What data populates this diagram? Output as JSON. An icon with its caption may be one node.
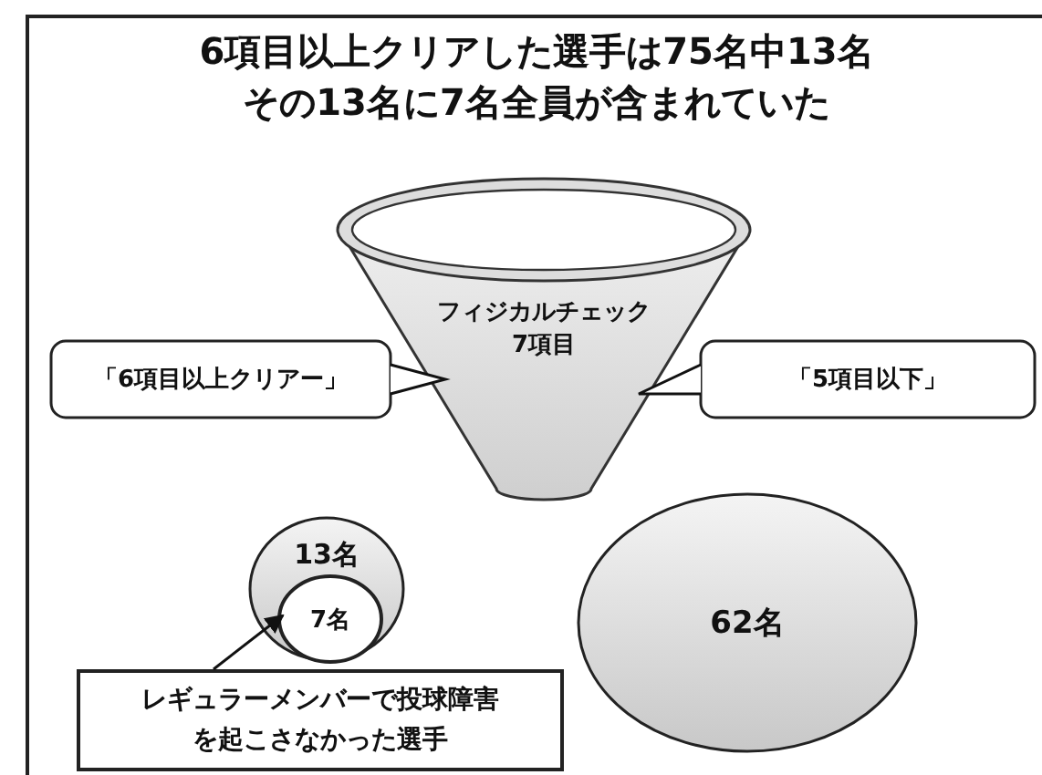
{
  "diagram": {
    "title": "6項目以上クリアした選手は75名中13名その13名に7名全員が含まれていた",
    "nodes": [
      {
        "text": [
          "フィジカルチェック7項目"
        ]
      },
      {
        "text": [
          "「6項目以上クリアー」"
        ]
      },
      {
        "text": [
          "「5項目以下」"
        ]
      },
      {
        "text": [
          "13名"
        ]
      },
      {
        "text": [
          "7名"
        ],
        "in": 3
      },
      {
        "text": [
          "レギュラーメンバーで投球障害を起こさなかった選手"
        ]
      },
      {
        "text": [
          "62名"
        ]
      }
    ],
    "edges": [
      {
        "from": 1,
        "to": 0,
        "arrow": "none"
      },
      {
        "from": 2,
        "to": 0,
        "arrow": "none"
      },
      {
        "from": 5,
        "to": 4,
        "arrow": "to"
      }
    ]
  }
}
